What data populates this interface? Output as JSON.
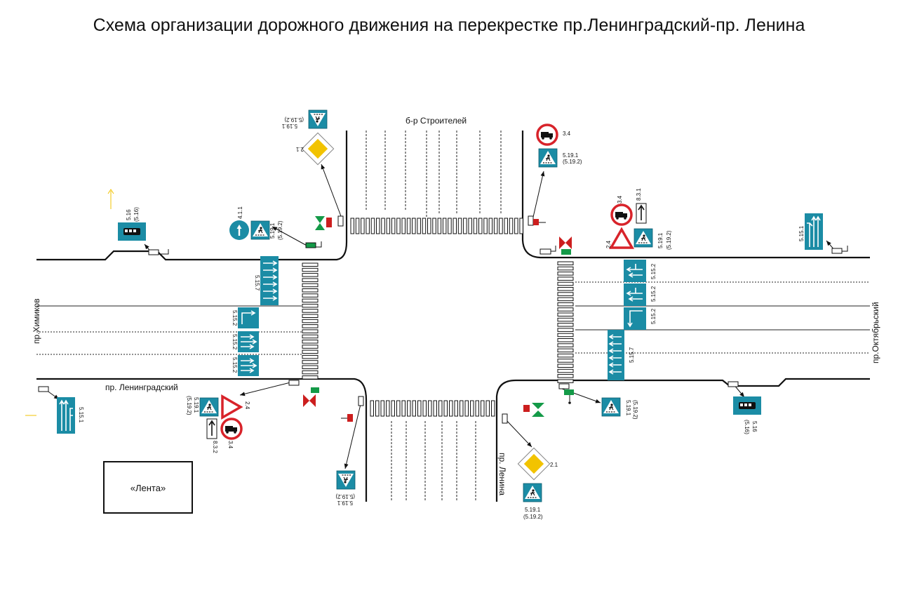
{
  "title": "Схема организации дорожного движения на перекрестке пр.Ленинградский-пр. Ленина",
  "streets": {
    "builders": "б-р Строителей",
    "khimkov": "пр.Химиков",
    "leningradsky": "пр. Ленинградский",
    "oktyabrsky": "пр.Октябрьский",
    "lenina": "пр. Ленина"
  },
  "building": "«Лента»",
  "sign_codes": {
    "c_5_19_1": "5.19.1",
    "c_5_19_2": "(5.19.2)",
    "c_2_1": "2.1",
    "c_2_4": "2.4",
    "c_3_4": "3.4",
    "c_4_1_1": "4.1.1",
    "c_8_3_1": "8.3.1",
    "c_8_3_2": "8.3.2",
    "c_5_15_1": "5.15.1",
    "c_5_15_2": "5.15.2",
    "c_5_15_7": "5.15.7",
    "c_5_16": "5.16",
    "c_5_16_p": "(5.16)"
  },
  "colors": {
    "road": "#111111",
    "sign_blue": "#1b8ca5",
    "priority_yellow": "#f2c300",
    "prohibit_red": "#d8232a",
    "signal_red": "#cc1e1e",
    "signal_green": "#149a48"
  }
}
